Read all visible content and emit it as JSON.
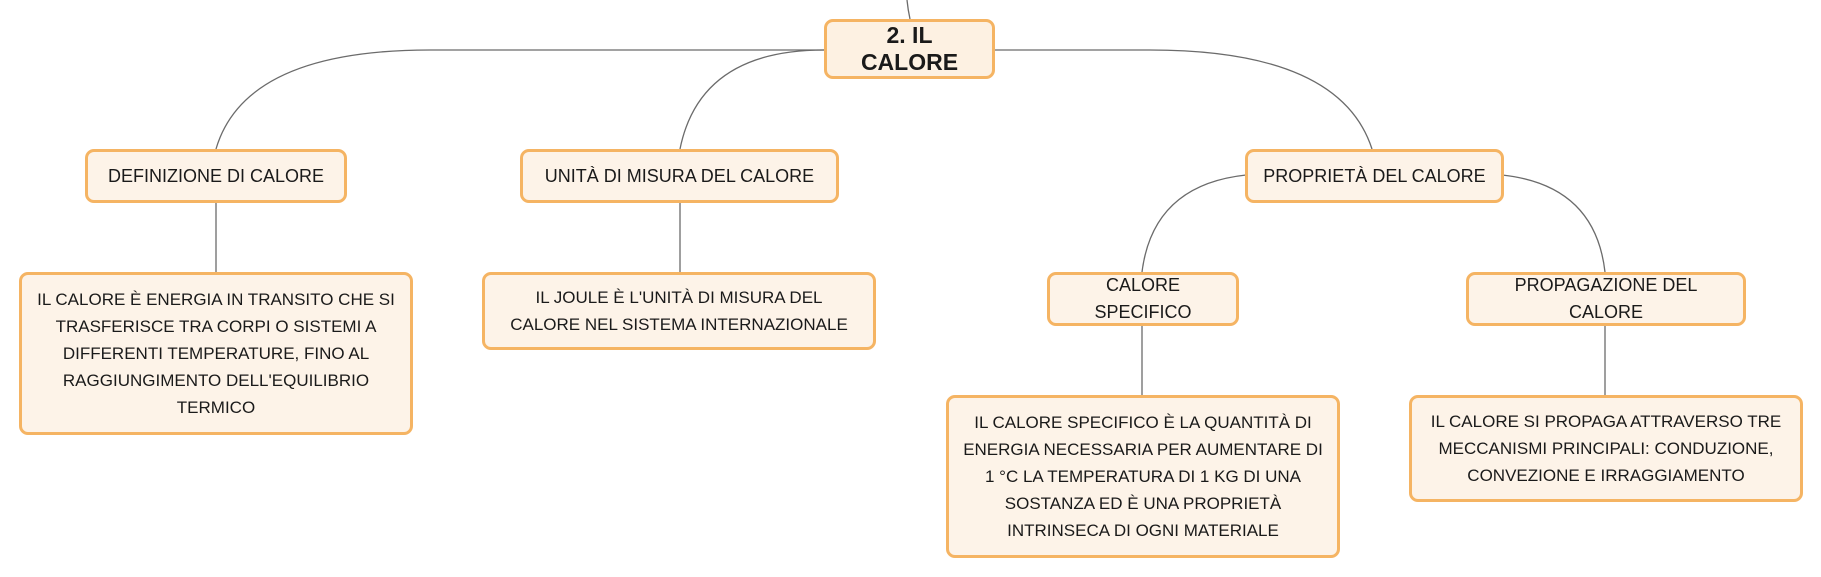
{
  "colors": {
    "node_fill": "#fdf3e8",
    "node_border": "#f5b463",
    "connector": "#6b6b6b",
    "text": "#1a1a1a"
  },
  "root": {
    "label": "2. IL CALORE"
  },
  "branches": [
    {
      "label": "DEFINIZIONE DI CALORE",
      "detail": "IL CALORE È ENERGIA IN TRANSITO CHE SI TRASFERISCE TRA CORPI O SISTEMI A DIFFERENTI TEMPERATURE, FINO AL RAGGIUNGIMENTO DELL'EQUILIBRIO TERMICO"
    },
    {
      "label": "UNITÀ DI MISURA DEL CALORE",
      "detail": "IL JOULE È L'UNITÀ DI MISURA DEL CALORE NEL SISTEMA INTERNAZIONALE"
    },
    {
      "label": "PROPRIETÀ DEL CALORE",
      "children": [
        {
          "label": "CALORE SPECIFICO",
          "detail": "IL CALORE SPECIFICO È LA QUANTITÀ DI ENERGIA NECESSARIA PER AUMENTARE DI 1 °C LA TEMPERATURA DI 1 KG DI UNA SOSTANZA ED È UNA PROPRIETÀ INTRINSECA DI OGNI MATERIALE"
        },
        {
          "label": "PROPAGAZIONE DEL CALORE",
          "detail": "IL CALORE SI PROPAGA ATTRAVERSO TRE MECCANISMI PRINCIPALI: CONDUZIONE, CONVEZIONE E IRRAGGIAMENTO"
        }
      ]
    }
  ]
}
